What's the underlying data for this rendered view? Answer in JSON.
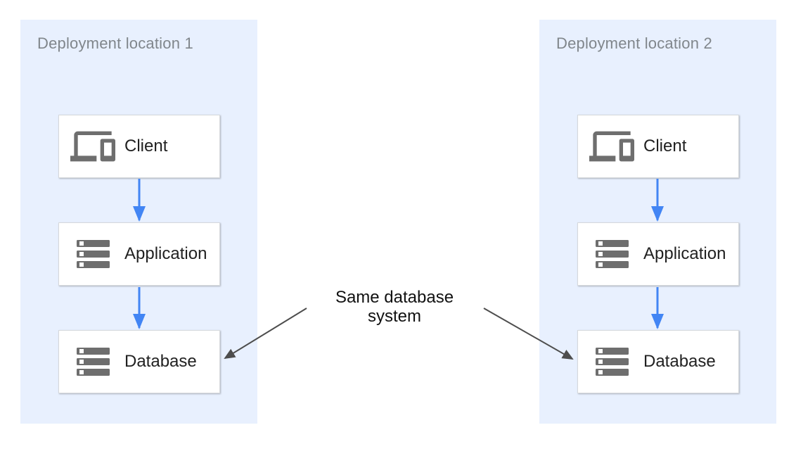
{
  "diagram": {
    "panels": [
      {
        "title": "Deployment location 1",
        "nodes": [
          {
            "label": "Client",
            "icon": "devices-icon"
          },
          {
            "label": "Application",
            "icon": "server-stack-icon"
          },
          {
            "label": "Database",
            "icon": "server-stack-icon"
          }
        ]
      },
      {
        "title": "Deployment location 2",
        "nodes": [
          {
            "label": "Client",
            "icon": "devices-icon"
          },
          {
            "label": "Application",
            "icon": "server-stack-icon"
          },
          {
            "label": "Database",
            "icon": "server-stack-icon"
          }
        ]
      }
    ],
    "annotation": {
      "text": "Same database system"
    },
    "colors": {
      "panel_bg": "#e8f0fe",
      "box_border": "#d6d9dc",
      "arrow_blue": "#4285f4",
      "arrow_dark": "#4d4d4d",
      "icon": "#6e6e6e",
      "title_text": "#80868b",
      "label_text": "#212121",
      "annotation_text": "#111111"
    }
  }
}
